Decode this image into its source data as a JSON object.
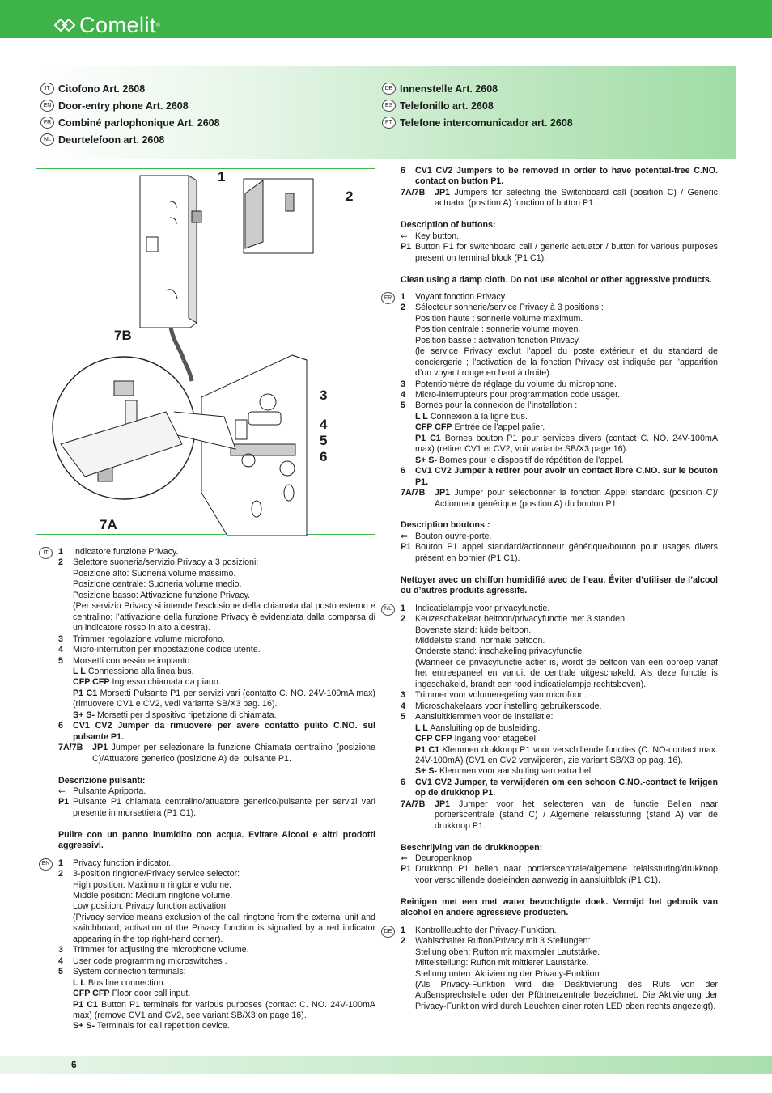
{
  "header": {
    "brand": "Comelit",
    "reg": "®",
    "color": "#3db34a"
  },
  "titles": {
    "left": [
      {
        "lang": "IT",
        "text": "Citofono Art. 2608"
      },
      {
        "lang": "EN",
        "text": "Door-entry phone Art. 2608"
      },
      {
        "lang": "FR",
        "text": "Combiné parlophonique Art. 2608"
      },
      {
        "lang": "NL",
        "text": "Deurtelefoon art. 2608"
      }
    ],
    "right": [
      {
        "lang": "DE",
        "text": "Innenstelle Art. 2608"
      },
      {
        "lang": "ES",
        "text": "Telefonillo art. 2608"
      },
      {
        "lang": "PT",
        "text": "Telefone intercomunicador art. 2608"
      }
    ]
  },
  "figure": {
    "callouts": [
      "1",
      "2",
      "3",
      "4",
      "5",
      "6",
      "7A",
      "7B"
    ]
  },
  "it": {
    "lang": "IT",
    "i1": "Indicatore funzione Privacy.",
    "i2": "Selettore suoneria/servizio Privacy a 3 posizioni:",
    "i2a": "Posizione alto: Suoneria volume massimo.",
    "i2b": "Posizione centrale: Suoneria volume medio.",
    "i2c": "Posizione basso: Attivazione funzione Privacy.",
    "i2d": "(Per servizio Privacy si intende l’esclusione della chiamata dal posto esterno e centralino; l’attivazione della funzione Privacy è evidenziata dalla comparsa di un indicatore rosso in alto a destra).",
    "i3": "Trimmer regolazione volume microfono.",
    "i4": "Micro-interruttori per impostazione codice utente.",
    "i5": "Morsetti connessione impianto:",
    "i5a": "Connessione alla linea bus.",
    "i5b": "Ingresso chiamata da piano.",
    "i5c": "Morsetti Pulsante P1 per servizi vari (contatto C. NO. 24V-100mA max) (rimuovere CV1 e CV2, vedi variante SB/X3 pag. 16).",
    "i5d": "Morsetti per dispositivo ripetizione di chiamata.",
    "i6": "CV1 CV2 Jumper da rimuovere per avere contatto pulito C.NO. sul pulsante P1.",
    "i7": "Jumper per selezionare la funzione Chiamata centralino (posizione C)/Attuatore generico (posizione A) del pulsante P1.",
    "btn_hdr": "Descrizione pulsanti:",
    "btn_key": "Pulsante Apriporta.",
    "btn_p1": "Pulsante P1 chiamata centralino/attuatore generico/pulsante per servizi vari presente in morsettiera (P1 C1).",
    "clean": "Pulire con un panno inumidito con acqua. Evitare Alcool e altri prodotti aggressivi."
  },
  "en": {
    "lang": "EN",
    "i1": "Privacy function indicator.",
    "i2": "3-position ringtone/Privacy service selector:",
    "i2a": "High position: Maximum ringtone volume.",
    "i2b": "Middle position: Medium ringtone volume.",
    "i2c": "Low position: Privacy function activation",
    "i2d": "(Privacy service means exclusion of the call ringtone from the external unit and switchboard; activation of the Privacy function is signalled by a red indicator appearing in the top right-hand corner).",
    "i3": "Trimmer for adjusting the microphone volume.",
    "i4": "User code programming microswitches .",
    "i5": "System connection terminals:",
    "i5a": "Bus line connection.",
    "i5b": "Floor door call input.",
    "i5c": "Button P1 terminals for various purposes (contact C. NO. 24V-100mA max) (remove CV1 and CV2, see variant SB/X3 on page 16).",
    "i5d": "Terminals for call repetition device.",
    "i6": "CV1 CV2 Jumpers to be removed in order to have potential-free C.NO. contact on button P1.",
    "i7": "Jumpers for selecting the Switchboard call (position C) / Generic actuator (position A) function of button P1.",
    "btn_hdr": "Description of buttons:",
    "btn_key": "Key button.",
    "btn_p1": "Button P1 for switchboard call / generic actuator / button for various purposes present on terminal block (P1 C1).",
    "clean": "Clean using a damp cloth. Do not use alcohol or other aggressive products."
  },
  "fr": {
    "lang": "FR",
    "i1": "Voyant fonction Privacy.",
    "i2": "Sélecteur sonnerie/service Privacy à 3 positions :",
    "i2a": "Position haute : sonnerie volume maximum.",
    "i2b": "Position centrale : sonnerie volume moyen.",
    "i2c": "Position basse : activation fonction Privacy.",
    "i2d": "(le service Privacy exclut l’appel du poste extérieur et du standard de conciergerie ; l’activation de la fonction Privacy est indiquée par l’apparition d’un voyant rouge en haut à droite).",
    "i3": "Potentiomètre de réglage du volume du microphone.",
    "i4": "Micro-interrupteurs pour programmation code usager.",
    "i5": "Bornes pour la connexion de l’installation :",
    "i5a": "Connexion à la ligne bus.",
    "i5b": "Entrée de l’appel palier.",
    "i5c": "Bornes bouton P1 pour services divers (contact C. NO. 24V-100mA max) (retirer CV1 et CV2, voir variante SB/X3 page 16).",
    "i5d": "Bornes pour le dispositif de répétition de l’appel.",
    "i6": "CV1 CV2 Jumper à retirer pour avoir un contact libre C.NO. sur le bouton P1.",
    "i7": "Jumper pour sélectionner la fonction Appel standard (position C)/ Actionneur générique (position A) du bouton P1.",
    "btn_hdr": "Description boutons :",
    "btn_key": "Bouton ouvre-porte.",
    "btn_p1": "Bouton P1 appel standard/actionneur générique/bouton pour usages divers présent en bornier (P1 C1).",
    "clean": "Nettoyer avec un chiffon humidifié avec de l’eau. Éviter d’utiliser de l’alcool ou d’autres produits agressifs."
  },
  "nl": {
    "lang": "NL",
    "i1": "Indicatielampje voor privacyfunctie.",
    "i2": "Keuzeschakelaar beltoon/privacyfunctie met 3 standen:",
    "i2a": "Bovenste stand: luide beltoon.",
    "i2b": "Middelste stand: normale beltoon.",
    "i2c": "Onderste stand: inschakeling privacyfunctie.",
    "i2d": "(Wanneer de privacyfunctie actief is, wordt de beltoon van een oproep vanaf het entreepaneel en vanuit de centrale uitgeschakeld. Als deze functie is ingeschakeld, brandt een rood indicatielampje rechtsboven).",
    "i3": "Trimmer voor volumeregeling van microfoon.",
    "i4": "Microschakelaars voor instelling gebruikerscode.",
    "i5": "Aansluitklemmen voor de installatie:",
    "i5a": "Aansluiting op de busleiding.",
    "i5b": "Ingang voor etagebel.",
    "i5c": "Klemmen drukknop P1 voor verschillende functies (C. NO-contact max. 24V-100mA) (CV1 en CV2 verwijderen, zie variant SB/X3 op pag. 16).",
    "i5d": "Klemmen voor aansluiting van extra bel.",
    "i6": "CV1 CV2 Jumper, te verwijderen om een schoon C.NO.-contact te krijgen op de drukknop P1.",
    "i7": "Jumper voor het selecteren van de functie Bellen naar portierscentrale (stand C) / Algemene relaissturing (stand A) van de drukknop P1.",
    "btn_hdr": "Beschrijving van de drukknoppen:",
    "btn_key": "Deuropenknop.",
    "btn_p1": "Drukknop P1 bellen naar portierscentrale/algemene relaissturing/drukknop voor verschillende doeleinden aanwezig in aansluitblok (P1 C1).",
    "clean": "Reinigen met een met water bevochtigde doek. Vermijd het gebruik van alcohol en andere agressieve producten."
  },
  "de": {
    "lang": "DE",
    "i1": "Kontrollleuchte der Privacy-Funktion.",
    "i2": "Wahlschalter Rufton/Privacy mit 3 Stellungen:",
    "i2a": "Stellung oben: Rufton mit maximaler Lautstärke.",
    "i2b": "Mittelstellung: Rufton mit mittlerer Lautstärke.",
    "i2c": "Stellung unten: Aktivierung der Privacy-Funktion.",
    "i2d": "(Als Privacy-Funktion wird die Deaktivierung des Rufs von der Außensprechstelle oder der Pförtnerzentrale bezeichnet. Die Aktivierung der Privacy-Funktion wird durch Leuchten einer roten LED oben rechts angezeigt)."
  },
  "labels": {
    "n1": "1",
    "n2": "2",
    "n3": "3",
    "n4": "4",
    "n5": "5",
    "n6": "6",
    "n7": "7A/7B",
    "ll": "L L",
    "cfp": "CFP CFP",
    "p1c1": "P1 C1",
    "ss": "S+ S-",
    "jp1": "JP1",
    "p1": "P1",
    "key_icon": "⇐"
  },
  "footer": {
    "page": "6"
  }
}
